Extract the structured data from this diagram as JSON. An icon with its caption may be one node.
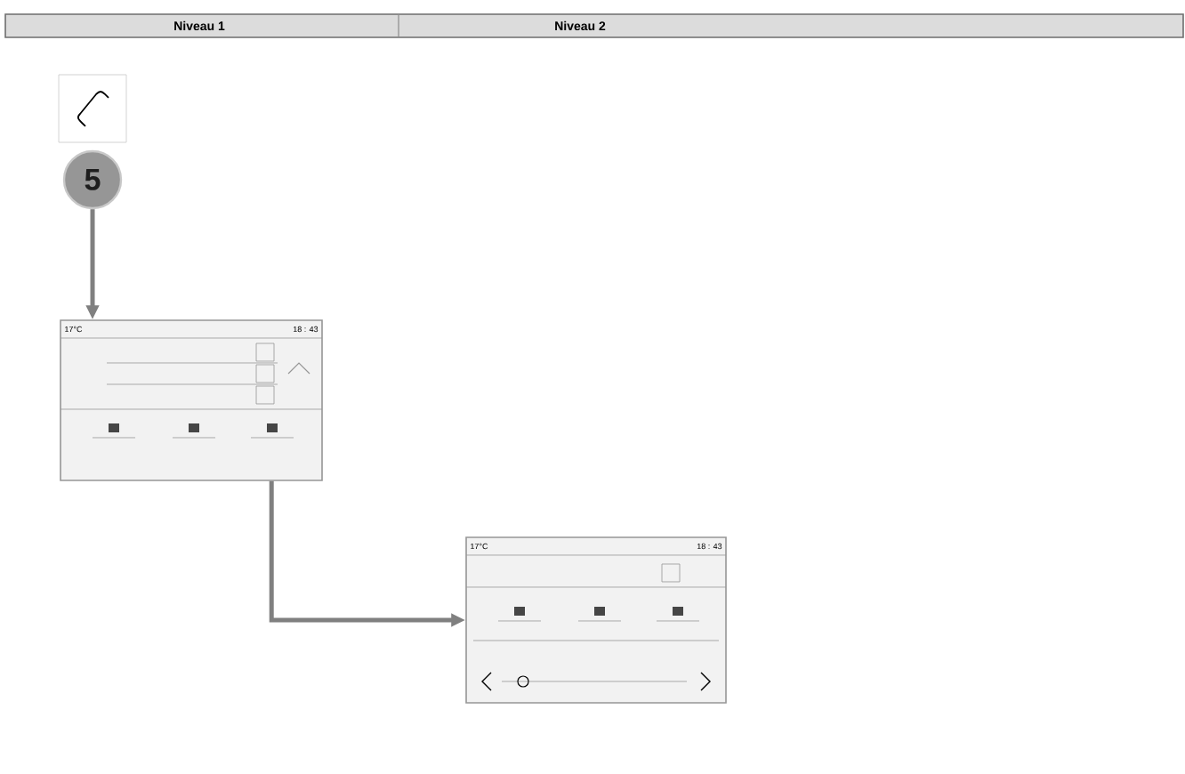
{
  "diagram": {
    "nodes": [
      {
        "text": [
          "5"
        ]
      },
      {
        "text": [
          "17°C",
          "18 : 43"
        ]
      },
      {
        "text": [
          "17°C",
          "18 : 43"
        ]
      }
    ],
    "edges": [
      {
        "from": 0,
        "to": 1,
        "arrow": "to"
      },
      {
        "from": 1,
        "to": 2,
        "arrow": "to"
      }
    ],
    "labels": [
      "Niveau 1",
      "Niveau 2"
    ]
  }
}
